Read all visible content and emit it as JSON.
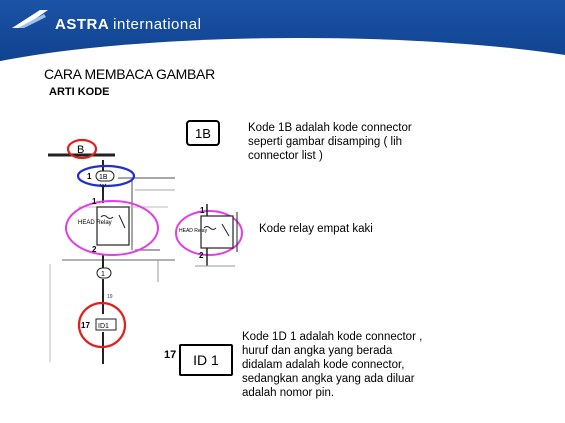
{
  "header": {
    "brand_bold": "ASTRA",
    "brand_light": "international",
    "logo_icon": "astra-wing-logo"
  },
  "title": "CARA MEMBACA GAMBAR",
  "subtitle": "ARTI KODE",
  "diagram": {
    "connector_b": "B",
    "connector_1b": "1B",
    "relay_label": "HEAD Relay",
    "pin_top": "1",
    "pin_bottom": "2",
    "pin_mid": "1",
    "connector_id1": "ID1",
    "pin_17": "17",
    "wire_label": "19"
  },
  "relay_small": {
    "label": "HEAD Relay",
    "pin_top": "1",
    "pin_bottom": "2"
  },
  "code_1b": {
    "label": "1B",
    "description": "Kode 1B  adalah kode connector seperti gambar disamping ( lih connector list )"
  },
  "relay_note": "Kode relay empat kaki",
  "code_id1": {
    "pin": "17",
    "label": "ID 1",
    "description": "Kode 1D 1  adalah kode connector , huruf dan angka yang berada didalam adalah kode connector, sedangkan angka yang ada diluar adalah nomor pin."
  },
  "colors": {
    "header_blue": "#1b53a6",
    "circle_red": "#e0201c",
    "circle_blue": "#1f2fd0",
    "circle_magenta": "#e23ee6"
  }
}
